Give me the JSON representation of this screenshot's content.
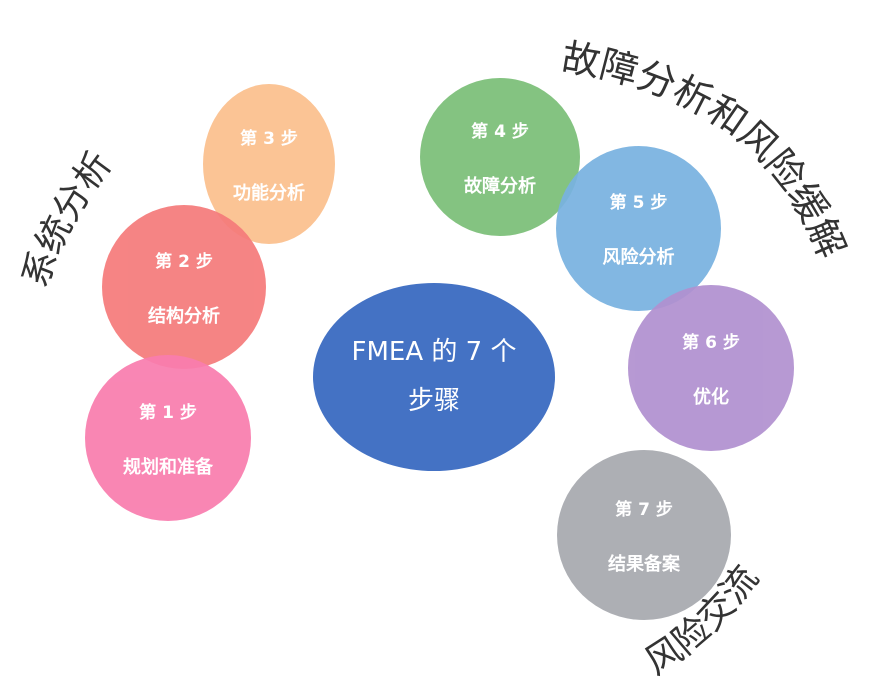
{
  "center": {
    "line1": "FMEA 的 7 个",
    "line2": "步骤",
    "color": "#4472c4"
  },
  "steps": [
    {
      "num": "第 1 步",
      "name": "规划和准备",
      "color": "#f97dae"
    },
    {
      "num": "第 2 步",
      "name": "结构分析",
      "color": "#f57b7b"
    },
    {
      "num": "第 3 步",
      "name": "功能分析",
      "color": "#fbc08e"
    },
    {
      "num": "第 4 步",
      "name": "故障分析",
      "color": "#7bbf78"
    },
    {
      "num": "第 5 步",
      "name": "风险分析",
      "color": "#79b2e0"
    },
    {
      "num": "第 6 步",
      "name": "优化",
      "color": "#b191d0"
    },
    {
      "num": "第 7 步",
      "name": "结果备案",
      "color": "#a7a9af"
    }
  ],
  "groups": {
    "system": "系统分析",
    "failure": "故障分析和风险缓解",
    "communication": "风险交流"
  }
}
